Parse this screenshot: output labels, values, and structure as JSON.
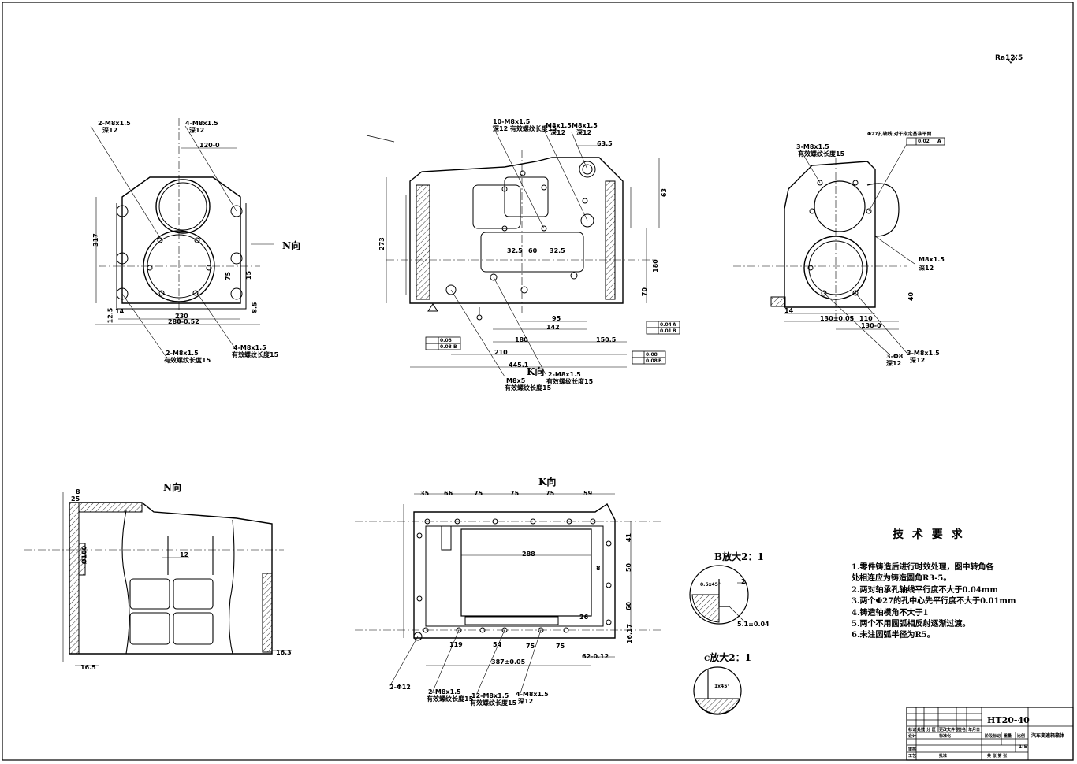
{
  "views": {
    "n_label": "N向",
    "n_view_title": "N向",
    "k_label": "K向",
    "k_view_title": "K向",
    "detail_b_title": "B放大2：1",
    "detail_c_title": "c放大2：1"
  },
  "dims": {
    "left_width": "230",
    "left_width_b": "280-0.52",
    "left_height": "317",
    "left_12": "12.5",
    "left_14": "14",
    "left_120": "120-0",
    "left_15": "15",
    "left_75": "75",
    "left_8_5": "8.5",
    "center_142": "142",
    "center_95": "95",
    "center_180": "180",
    "center_150": "150.5",
    "center_210": "210",
    "center_445": "445.1",
    "center_60": "60",
    "center_325a": "32.5",
    "center_325b": "32.5",
    "center_273": "273",
    "center_635": "63.5",
    "center_63": "63",
    "center_180v": "180",
    "center_70": "70",
    "right_110": "110",
    "right_130": "130-0",
    "right_130b": "130±0.05",
    "right_14": "14",
    "right_40": "40",
    "k_35": "35",
    "k_66": "66",
    "k_75a": "75",
    "k_75b": "75",
    "k_75c": "75",
    "k_59": "59",
    "k_288": "288",
    "k_8": "8",
    "k_26": "26",
    "k_119": "119",
    "k_54": "54",
    "k_75d": "75",
    "k_75e": "75",
    "k_387": "387±0.05",
    "k_62": "62-0.12",
    "k_41": "41",
    "k_50": "50",
    "k_60": "60",
    "k_16": "16.17",
    "n_12": "12",
    "n_25": "25",
    "n_8": "8",
    "n_100": "Ø100",
    "n_165": "16.5",
    "n_163": "16.3",
    "b_2": "2",
    "b_5": "5.1±0.04",
    "b_chamfer": "0.5x45°",
    "c_chamfer": "1x45°"
  },
  "callouts": {
    "left_tl": "2-M8x1.5",
    "left_tl2": "深12",
    "left_tr": "4-M8x1.5",
    "left_tr2": "深12",
    "left_bl": "2-M8x1.5",
    "left_bl2": "有效螺纹长度15",
    "left_br": "4-M8x1.5",
    "left_br2": "有效螺纹长度15",
    "center_a": "10-M8x1.5",
    "center_a2": "深12 有效螺纹长度15",
    "center_b": "M8x1.5",
    "center_b2": "深12",
    "center_c": "M8x1.5",
    "center_c2": "深12",
    "center_d": "M8x5",
    "center_d2": "有效螺纹长度15",
    "center_e": "2-M8x1.5",
    "center_e2": "有效螺纹长度15",
    "right_a": "3-M8x1.5",
    "right_a2": "有效螺纹长度15",
    "right_b": "M8x1.5",
    "right_b2": "深12",
    "right_c": "3-Φ8",
    "right_c2": "深12",
    "right_d": "3-M8x1.5",
    "right_d2": "深12",
    "right_top": "Φ27孔轴线 对于指定基准平面",
    "k_a": "2-Φ12",
    "k_b": "2-M8x1.5",
    "k_b2": "有效螺纹长度15",
    "k_c": "12-M8x1.5",
    "k_c2": "有效螺纹长度15",
    "k_d": "4-M8x1.5",
    "k_d2": "深12"
  },
  "tolerances": {
    "t1": "0.04",
    "t1b": "A",
    "t2": "0.01",
    "t2b": "B",
    "t3": "0.08",
    "t4": "0.08",
    "t4b": "B",
    "t5": "0.08",
    "t6": "0.08",
    "t6b": "B",
    "t7": "0.02",
    "t7b": "A"
  },
  "requirements": {
    "title": "技 术 要 求",
    "items": [
      "1.零件铸造后进行时效处理，图中转角各",
      "处相连应为铸造圆角R3-5。",
      "2.两对轴承孔轴线平行度不大于0.04mm",
      "3.两个Φ27的孔中心先平行度不大于0.01mm",
      "4.铸造轴模角不大于1",
      "5.两个不用圆弧相反射逐渐过渡。",
      "6.未注圆弧半径为R5。"
    ]
  },
  "title_block": {
    "code": "HT20-40",
    "name": "汽车变速箱箱体",
    "scale": "1:5",
    "row_labels": [
      "标记",
      "处数",
      "分 区",
      "更改文件号",
      "签名",
      "年月日"
    ],
    "designer": "设计",
    "standard": "标准化",
    "stage": "阶段标记",
    "weight": "重量",
    "scale_label": "比例",
    "check": "审核",
    "process": "工艺",
    "approve": "批准",
    "sheets": "共  张  第  张"
  },
  "roughness": "Ra12.5"
}
